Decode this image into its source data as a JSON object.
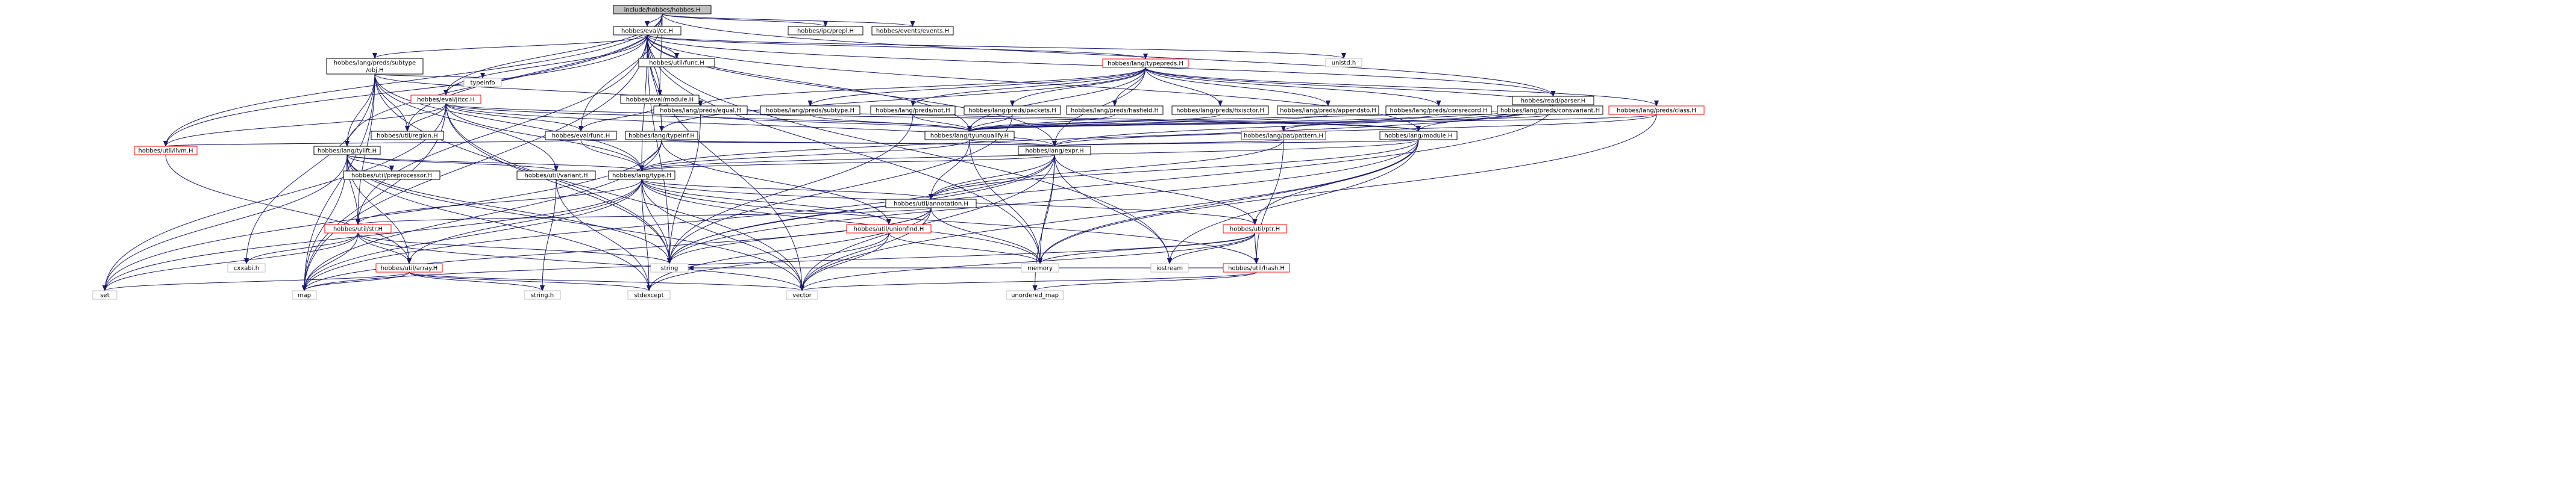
{
  "colors": {
    "edge": "#191970",
    "root_fill": "#bfbfbf",
    "node_border": "#000000",
    "warning_border": "#ff0000",
    "system_border": "#bfbfbf"
  },
  "nodes": [
    {
      "id": "root",
      "label": "include/hobbes/hobbes.H",
      "style": "grey"
    },
    {
      "id": "evalcc",
      "label": "hobbes/eval/cc.H",
      "style": "plain"
    },
    {
      "id": "ipcprepl",
      "label": "hobbes/ipc/prepl.H",
      "style": "plain"
    },
    {
      "id": "events",
      "label": "hobbes/events/events.H",
      "style": "plain"
    },
    {
      "id": "subtype",
      "label": "hobbes/lang/preds/subtype\n/obj.H",
      "style": "plain"
    },
    {
      "id": "func",
      "label": "hobbes/util/func.H",
      "style": "plain"
    },
    {
      "id": "typepreds",
      "label": "hobbes/lang/typepreds.H",
      "style": "red"
    },
    {
      "id": "unistd",
      "label": "unistd.h",
      "style": "bare"
    },
    {
      "id": "typeinfo",
      "label": "typeinfo",
      "style": "bare"
    },
    {
      "id": "jitcc",
      "label": "hobbes/eval/jitcc.H",
      "style": "red"
    },
    {
      "id": "evalmodule",
      "label": "hobbes/eval/module.H",
      "style": "plain"
    },
    {
      "id": "readparser",
      "label": "hobbes/read/parser.H",
      "style": "plain"
    },
    {
      "id": "equal",
      "label": "hobbes/lang/preds/equal.H",
      "style": "plain"
    },
    {
      "id": "predsubtype",
      "label": "hobbes/lang/preds/subtype.H",
      "style": "plain"
    },
    {
      "id": "prednot",
      "label": "hobbes/lang/preds/not.H",
      "style": "plain"
    },
    {
      "id": "packets",
      "label": "hobbes/lang/preds/packets.H",
      "style": "plain"
    },
    {
      "id": "hasfield",
      "label": "hobbes/lang/preds/hasfield.H",
      "style": "plain"
    },
    {
      "id": "fixisctor",
      "label": "hobbes/lang/preds/fixisctor.H",
      "style": "plain"
    },
    {
      "id": "appendsto",
      "label": "hobbes/lang/preds/appendsto.H",
      "style": "plain"
    },
    {
      "id": "consrecord",
      "label": "hobbes/lang/preds/consrecord.H",
      "style": "plain"
    },
    {
      "id": "consvariant",
      "label": "hobbes/lang/preds/consvariant.H",
      "style": "plain"
    },
    {
      "id": "predclass",
      "label": "hobbes/lang/preds/class.H",
      "style": "red"
    },
    {
      "id": "region",
      "label": "hobbes/util/region.H",
      "style": "plain"
    },
    {
      "id": "evalfunc",
      "label": "hobbes/eval/func.H",
      "style": "plain"
    },
    {
      "id": "typeinf",
      "label": "hobbes/lang/typeinf.H",
      "style": "plain"
    },
    {
      "id": "tyunqualify",
      "label": "hobbes/lang/tyunqualify.H",
      "style": "plain"
    },
    {
      "id": "patpattern",
      "label": "hobbes/lang/pat/pattern.H",
      "style": "red"
    },
    {
      "id": "langmodule",
      "label": "hobbes/lang/module.H",
      "style": "plain"
    },
    {
      "id": "llvm",
      "label": "hobbes/util/llvm.H",
      "style": "red"
    },
    {
      "id": "tylift",
      "label": "hobbes/lang/tylift.H",
      "style": "plain"
    },
    {
      "id": "expr",
      "label": "hobbes/lang/expr.H",
      "style": "plain"
    },
    {
      "id": "preprocessor",
      "label": "hobbes/util/preprocessor.H",
      "style": "plain"
    },
    {
      "id": "variant",
      "label": "hobbes/util/variant.H",
      "style": "plain"
    },
    {
      "id": "type",
      "label": "hobbes/lang/type.H",
      "style": "plain"
    },
    {
      "id": "annotation",
      "label": "hobbes/util/annotation.H",
      "style": "plain"
    },
    {
      "id": "str",
      "label": "hobbes/util/str.H",
      "style": "red"
    },
    {
      "id": "unionfind",
      "label": "hobbes/util/unionfind.H",
      "style": "red"
    },
    {
      "id": "ptr",
      "label": "hobbes/util/ptr.H",
      "style": "red"
    },
    {
      "id": "cxxabi",
      "label": "cxxabi.h",
      "style": "bare"
    },
    {
      "id": "array",
      "label": "hobbes/util/array.H",
      "style": "red"
    },
    {
      "id": "hash",
      "label": "hobbes/util/hash.H",
      "style": "red"
    },
    {
      "id": "string",
      "label": "string",
      "style": "bare"
    },
    {
      "id": "memory",
      "label": "memory",
      "style": "bare"
    },
    {
      "id": "iostream",
      "label": "iostream",
      "style": "bare"
    },
    {
      "id": "set",
      "label": "set",
      "style": "bare"
    },
    {
      "id": "map",
      "label": "map",
      "style": "bare"
    },
    {
      "id": "stringh",
      "label": "string.h",
      "style": "bare"
    },
    {
      "id": "stdexcept",
      "label": "stdexcept",
      "style": "bare"
    },
    {
      "id": "vector",
      "label": "vector",
      "style": "bare"
    },
    {
      "id": "unordered_map",
      "label": "unordered_map",
      "style": "bare"
    }
  ],
  "edges": [
    [
      "root",
      "evalcc"
    ],
    [
      "root",
      "ipcprepl"
    ],
    [
      "root",
      "events"
    ],
    [
      "root",
      "tylift"
    ],
    [
      "root",
      "llvm"
    ],
    [
      "root",
      "jitcc"
    ],
    [
      "root",
      "evalmodule"
    ],
    [
      "root",
      "readparser"
    ],
    [
      "root",
      "evalfunc"
    ],
    [
      "root",
      "region"
    ],
    [
      "evalcc",
      "subtype"
    ],
    [
      "evalcc",
      "func"
    ],
    [
      "evalcc",
      "typepreds"
    ],
    [
      "evalcc",
      "unistd"
    ],
    [
      "evalcc",
      "jitcc"
    ],
    [
      "evalcc",
      "evalmodule"
    ],
    [
      "evalcc",
      "readparser"
    ],
    [
      "evalcc",
      "llvm"
    ],
    [
      "evalcc",
      "tyunqualify"
    ],
    [
      "evalcc",
      "expr"
    ],
    [
      "evalcc",
      "type"
    ],
    [
      "evalcc",
      "str"
    ],
    [
      "evalcc",
      "string"
    ],
    [
      "evalcc",
      "map"
    ],
    [
      "evalcc",
      "vector"
    ],
    [
      "evalcc",
      "iostream"
    ],
    [
      "evalcc",
      "memory"
    ],
    [
      "evalcc",
      "typeinf"
    ],
    [
      "evalcc",
      "langmodule"
    ],
    [
      "subtype",
      "typeinfo"
    ],
    [
      "subtype",
      "equal"
    ],
    [
      "subtype",
      "tylift"
    ],
    [
      "subtype",
      "type"
    ],
    [
      "subtype",
      "variant"
    ],
    [
      "subtype",
      "str"
    ],
    [
      "subtype",
      "string"
    ],
    [
      "subtype",
      "map"
    ],
    [
      "subtype",
      "cxxabi"
    ],
    [
      "subtype",
      "region"
    ],
    [
      "typepreds",
      "equal"
    ],
    [
      "typepreds",
      "predsubtype"
    ],
    [
      "typepreds",
      "prednot"
    ],
    [
      "typepreds",
      "packets"
    ],
    [
      "typepreds",
      "hasfield"
    ],
    [
      "typepreds",
      "fixisctor"
    ],
    [
      "typepreds",
      "appendsto"
    ],
    [
      "typepreds",
      "consrecord"
    ],
    [
      "typepreds",
      "consvariant"
    ],
    [
      "typepreds",
      "predclass"
    ],
    [
      "typepreds",
      "tyunqualify"
    ],
    [
      "typepreds",
      "typeinf"
    ],
    [
      "typepreds",
      "expr"
    ],
    [
      "jitcc",
      "region"
    ],
    [
      "jitcc",
      "evalfunc"
    ],
    [
      "jitcc",
      "llvm"
    ],
    [
      "jitcc",
      "tyunqualify"
    ],
    [
      "jitcc",
      "expr"
    ],
    [
      "jitcc",
      "type"
    ],
    [
      "jitcc",
      "string"
    ],
    [
      "jitcc",
      "map"
    ],
    [
      "jitcc",
      "vector"
    ],
    [
      "jitcc",
      "set"
    ],
    [
      "jitcc",
      "langmodule"
    ],
    [
      "evalmodule",
      "evalfunc"
    ],
    [
      "evalmodule",
      "langmodule"
    ],
    [
      "readparser",
      "tyunqualify"
    ],
    [
      "readparser",
      "expr"
    ],
    [
      "readparser",
      "langmodule"
    ],
    [
      "readparser",
      "patpattern"
    ],
    [
      "readparser",
      "type"
    ],
    [
      "readparser",
      "string"
    ],
    [
      "equal",
      "tyunqualify"
    ],
    [
      "equal",
      "string"
    ],
    [
      "predsubtype",
      "tyunqualify"
    ],
    [
      "prednot",
      "tyunqualify"
    ],
    [
      "prednot",
      "string"
    ],
    [
      "packets",
      "tyunqualify"
    ],
    [
      "packets",
      "string"
    ],
    [
      "hasfield",
      "tyunqualify"
    ],
    [
      "fixisctor",
      "tyunqualify"
    ],
    [
      "appendsto",
      "tyunqualify"
    ],
    [
      "consrecord",
      "tyunqualify"
    ],
    [
      "consvariant",
      "tyunqualify"
    ],
    [
      "predclass",
      "tyunqualify"
    ],
    [
      "predclass",
      "expr"
    ],
    [
      "predclass",
      "memory"
    ],
    [
      "evalfunc",
      "expr"
    ],
    [
      "evalfunc",
      "type"
    ],
    [
      "evalfunc",
      "llvm"
    ],
    [
      "typeinf",
      "expr"
    ],
    [
      "typeinf",
      "type"
    ],
    [
      "typeinf",
      "unionfind"
    ],
    [
      "typeinf",
      "set"
    ],
    [
      "typeinf",
      "map"
    ],
    [
      "tyunqualify",
      "expr"
    ],
    [
      "tyunqualify",
      "type"
    ],
    [
      "tyunqualify",
      "annotation"
    ],
    [
      "tyunqualify",
      "memory"
    ],
    [
      "patpattern",
      "expr"
    ],
    [
      "patpattern",
      "annotation"
    ],
    [
      "patpattern",
      "hash"
    ],
    [
      "langmodule",
      "expr"
    ],
    [
      "langmodule",
      "ptr"
    ],
    [
      "langmodule",
      "type"
    ],
    [
      "langmodule",
      "annotation"
    ],
    [
      "langmodule",
      "string"
    ],
    [
      "langmodule",
      "memory"
    ],
    [
      "langmodule",
      "iostream"
    ],
    [
      "langmodule",
      "vector"
    ],
    [
      "llvm",
      "array"
    ],
    [
      "tylift",
      "type"
    ],
    [
      "tylift",
      "preprocessor"
    ],
    [
      "tylift",
      "variant"
    ],
    [
      "tylift",
      "str"
    ],
    [
      "tylift",
      "array"
    ],
    [
      "tylift",
      "string"
    ],
    [
      "tylift",
      "map"
    ],
    [
      "tylift",
      "stdexcept"
    ],
    [
      "tylift",
      "set"
    ],
    [
      "tylift",
      "vector"
    ],
    [
      "expr",
      "type"
    ],
    [
      "expr",
      "annotation"
    ],
    [
      "expr",
      "ptr"
    ],
    [
      "expr",
      "string"
    ],
    [
      "expr",
      "memory"
    ],
    [
      "expr",
      "vector"
    ],
    [
      "expr",
      "iostream"
    ],
    [
      "expr",
      "unordered_map"
    ],
    [
      "expr",
      "map"
    ],
    [
      "variant",
      "stringh"
    ],
    [
      "variant",
      "stdexcept"
    ],
    [
      "type",
      "annotation"
    ],
    [
      "type",
      "str"
    ],
    [
      "type",
      "array"
    ],
    [
      "type",
      "ptr"
    ],
    [
      "type",
      "hash"
    ],
    [
      "type",
      "string"
    ],
    [
      "type",
      "map"
    ],
    [
      "type",
      "vector"
    ],
    [
      "type",
      "stdexcept"
    ],
    [
      "type",
      "set"
    ],
    [
      "type",
      "unionfind"
    ],
    [
      "type",
      "memory"
    ],
    [
      "annotation",
      "str"
    ],
    [
      "annotation",
      "string"
    ],
    [
      "annotation",
      "memory"
    ],
    [
      "annotation",
      "vector"
    ],
    [
      "annotation",
      "map"
    ],
    [
      "annotation",
      "stdexcept"
    ],
    [
      "str",
      "array"
    ],
    [
      "str",
      "cxxabi"
    ],
    [
      "str",
      "string"
    ],
    [
      "str",
      "map"
    ],
    [
      "str",
      "vector"
    ],
    [
      "str",
      "set"
    ],
    [
      "unionfind",
      "memory"
    ],
    [
      "unionfind",
      "vector"
    ],
    [
      "unionfind",
      "stdexcept"
    ],
    [
      "ptr",
      "hash"
    ],
    [
      "ptr",
      "memory"
    ],
    [
      "ptr",
      "vector"
    ],
    [
      "ptr",
      "iostream"
    ],
    [
      "ptr",
      "map"
    ],
    [
      "array",
      "stringh"
    ],
    [
      "array",
      "vector"
    ],
    [
      "array",
      "set"
    ],
    [
      "array",
      "map"
    ],
    [
      "array",
      "stdexcept"
    ],
    [
      "hash",
      "vector"
    ],
    [
      "hash",
      "unordered_map"
    ],
    [
      "hash",
      "string"
    ]
  ]
}
